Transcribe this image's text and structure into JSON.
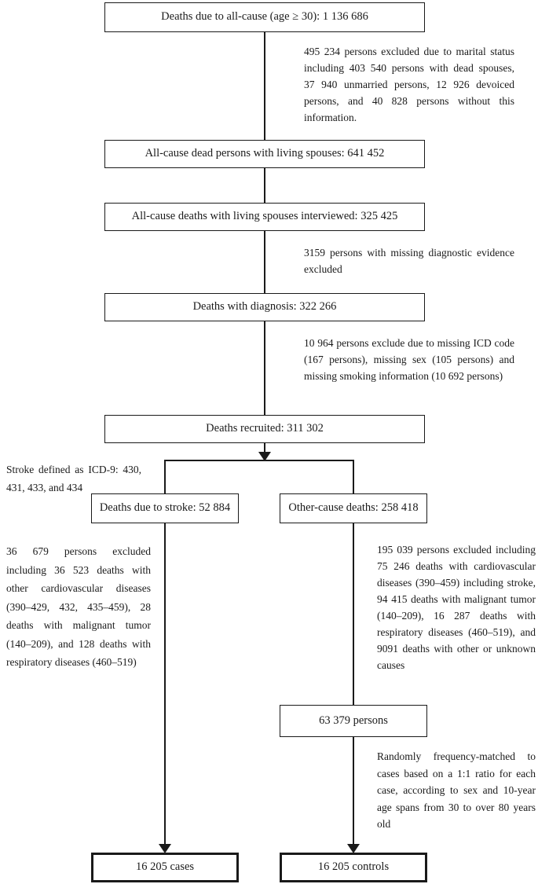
{
  "flowchart": {
    "boxes": {
      "all_cause": {
        "label": "Deaths due to all-cause (age ≥ 30): 1 136 686"
      },
      "living_spouses": {
        "label": "All-cause dead persons with living spouses: 641 452"
      },
      "interviewed": {
        "label": "All-cause deaths with living spouses interviewed: 325 425"
      },
      "diagnosis": {
        "label": "Deaths with diagnosis: 322 266"
      },
      "recruited": {
        "label": "Deaths recruited: 311 302"
      },
      "stroke": {
        "label": "Deaths due to stroke: 52 884"
      },
      "other_cause": {
        "label": "Other-cause deaths: 258 418"
      },
      "persons": {
        "label": "63 379 persons"
      },
      "cases": {
        "label": "16 205 cases"
      },
      "controls": {
        "label": "16 205 controls"
      }
    },
    "annotations": {
      "marital_exclusion": "495 234 persons excluded due to marital status including 403 540 persons with dead spouses, 37 940 unmarried persons, 12 926 devoiced persons, and 40 828 persons without this information.",
      "diagnostic_exclusion": "3159 persons with missing diagnostic evidence excluded",
      "missing_data_exclusion": "10 964 persons exclude due to missing ICD code (167 persons), missing sex (105 persons) and missing smoking information (10 692 persons)",
      "stroke_definition": "Stroke defined as ICD-9: 430, 431, 433, and 434",
      "stroke_exclusion": "36 679 persons excluded including 36 523 deaths with other cardiovascular diseases (390–429, 432, 435–459), 28 deaths with malignant tumor (140–209), and 128 deaths with respiratory diseases (460–519)",
      "other_cause_exclusion": "195 039 persons excluded including 75 246 deaths with cardiovascular diseases (390–459) including stroke, 94 415 deaths with malignant tumor (140–209), 16 287 deaths with respiratory diseases (460–519), and 9091 deaths with other or unknown causes",
      "matching_note": "Randomly frequency-matched to cases based on a 1:1 ratio for each case, according to sex and 10-year age spans from 30 to over 80 years old"
    },
    "colors": {
      "line": "#1a1a1a",
      "text": "#1a1a1a",
      "background": "#ffffff"
    }
  }
}
